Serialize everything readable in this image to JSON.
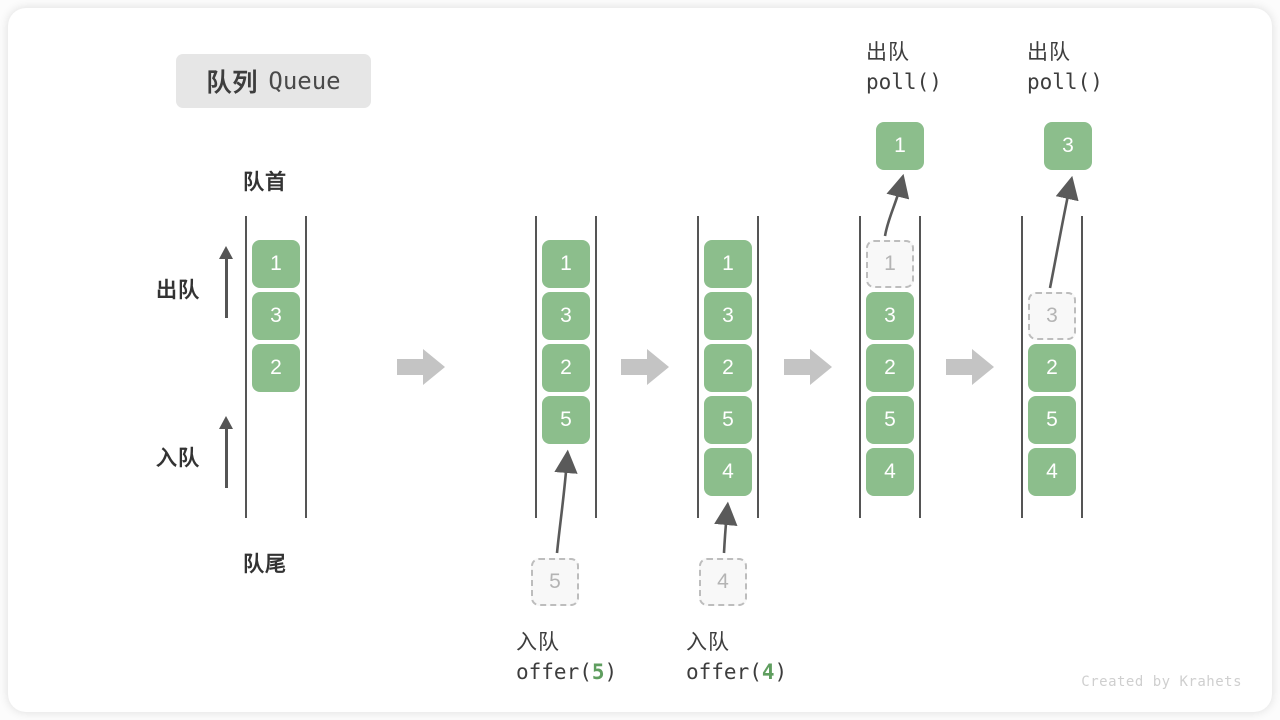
{
  "title": {
    "cn": "队列",
    "en": "Queue"
  },
  "labels": {
    "head": "队首",
    "tail": "队尾",
    "dequeue": "出队",
    "enqueue": "入队"
  },
  "colors": {
    "element_fill": "#8cbe8c",
    "element_text": "#ffffff",
    "ghost_fill": "#f8f8f8",
    "ghost_border": "#bdbdbd",
    "ghost_text": "#b4b4b4",
    "rail": "#555555",
    "step_arrow": "#c4c4c4",
    "title_chip": "#e6e6e6",
    "code_arg": "#5f9e5f"
  },
  "columns": [
    {
      "name": "initial-queue",
      "slots": [
        {
          "value": "1",
          "state": "filled"
        },
        {
          "value": "3",
          "state": "filled"
        },
        {
          "value": "2",
          "state": "filled"
        },
        {
          "value": "",
          "state": "empty"
        },
        {
          "value": "",
          "state": "empty"
        }
      ]
    },
    {
      "name": "after-offer-5",
      "slots": [
        {
          "value": "1",
          "state": "filled"
        },
        {
          "value": "3",
          "state": "filled"
        },
        {
          "value": "2",
          "state": "filled"
        },
        {
          "value": "5",
          "state": "filled"
        },
        {
          "value": "",
          "state": "empty"
        }
      ]
    },
    {
      "name": "after-offer-4",
      "slots": [
        {
          "value": "1",
          "state": "filled"
        },
        {
          "value": "3",
          "state": "filled"
        },
        {
          "value": "2",
          "state": "filled"
        },
        {
          "value": "5",
          "state": "filled"
        },
        {
          "value": "4",
          "state": "filled"
        }
      ]
    },
    {
      "name": "after-poll-1",
      "slots": [
        {
          "value": "1",
          "state": "ghost"
        },
        {
          "value": "3",
          "state": "filled"
        },
        {
          "value": "2",
          "state": "filled"
        },
        {
          "value": "5",
          "state": "filled"
        },
        {
          "value": "4",
          "state": "filled"
        }
      ]
    },
    {
      "name": "after-poll-3",
      "slots": [
        {
          "value": "",
          "state": "empty"
        },
        {
          "value": "3",
          "state": "ghost"
        },
        {
          "value": "2",
          "state": "filled"
        },
        {
          "value": "5",
          "state": "filled"
        },
        {
          "value": "4",
          "state": "filled"
        }
      ]
    }
  ],
  "operations": {
    "offer_5": {
      "cn": "入队",
      "code_prefix": "offer(",
      "arg": "5",
      "code_suffix": ")",
      "incoming_value": "5"
    },
    "offer_4": {
      "cn": "入队",
      "code_prefix": "offer(",
      "arg": "4",
      "code_suffix": ")",
      "incoming_value": "4"
    },
    "poll_1": {
      "cn": "出队",
      "code": "poll()",
      "popped_value": "1"
    },
    "poll_3": {
      "cn": "出队",
      "code": "poll()",
      "popped_value": "3"
    }
  },
  "credit": "Created by Krahets"
}
